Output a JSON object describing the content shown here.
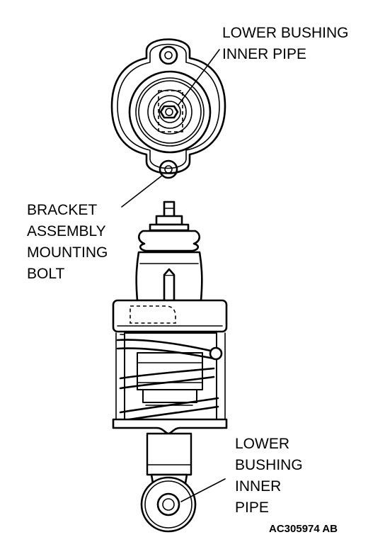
{
  "labels": {
    "top_callout": [
      "LOWER BUSHING",
      "INNER PIPE"
    ],
    "bracket_callout": [
      "BRACKET",
      "ASSEMBLY",
      "MOUNTING",
      "BOLT"
    ],
    "bottom_callout": [
      "LOWER",
      "BUSHING",
      "INNER",
      "PIPE"
    ]
  },
  "figure_code": "AC305974 AB"
}
